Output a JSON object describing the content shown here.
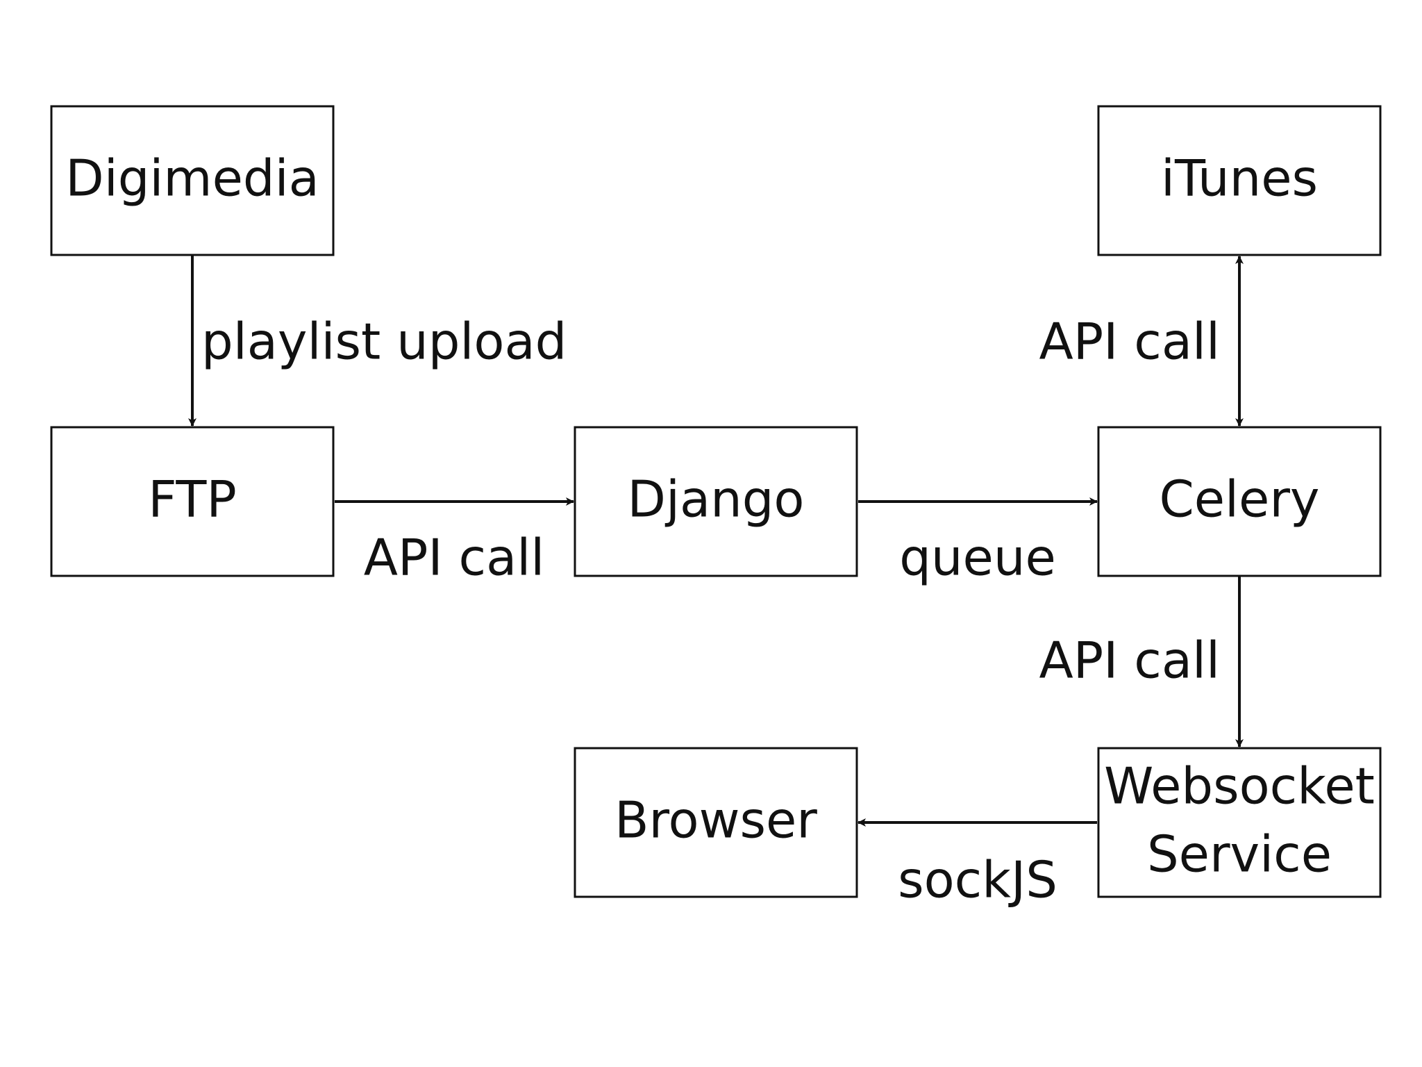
{
  "nodes": {
    "digimedia": {
      "label": "Digimedia"
    },
    "itunes": {
      "label": "iTunes"
    },
    "ftp": {
      "label": "FTP"
    },
    "django": {
      "label": "Django"
    },
    "celery": {
      "label": "Celery"
    },
    "browser": {
      "label": "Browser"
    },
    "websocket": {
      "label_line1": "Websocket",
      "label_line2": "Service"
    }
  },
  "edges": {
    "digimedia_ftp": {
      "label": "playlist upload"
    },
    "ftp_django": {
      "label": "API call"
    },
    "django_celery": {
      "label": "queue"
    },
    "celery_itunes": {
      "label": "API call"
    },
    "celery_websocket": {
      "label": "API call"
    },
    "websocket_browser": {
      "label": "sockJS"
    }
  }
}
